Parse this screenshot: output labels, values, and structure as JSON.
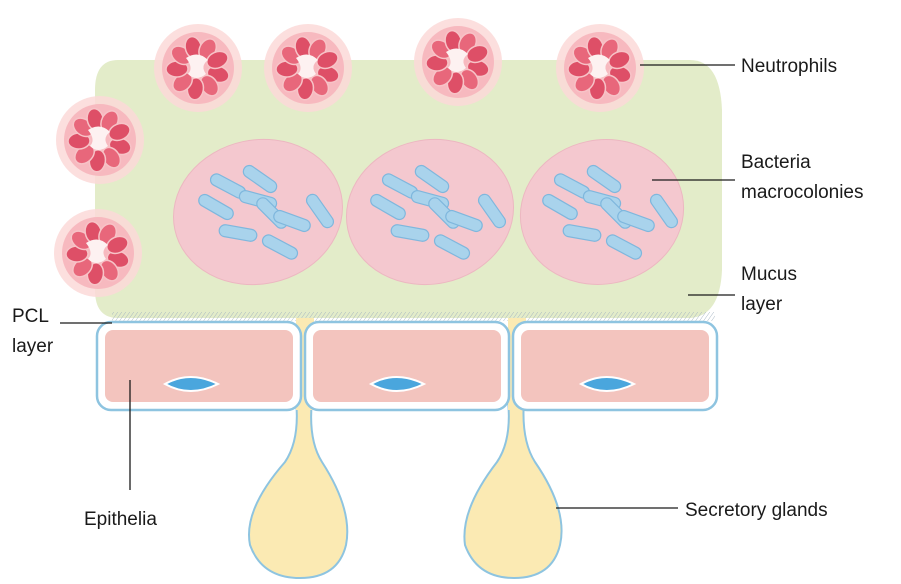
{
  "labels": {
    "neutrophils": "Neutrophils",
    "bacteria_line1": "Bacteria",
    "bacteria_line2": "macrocolonies",
    "mucus_line1": "Mucus",
    "mucus_line2": "layer",
    "pcl_line1": "PCL",
    "pcl_line2": "layer",
    "epithelia": "Epithelia",
    "secretory_glands": "Secretory glands"
  },
  "colors": {
    "mucus": "#e3ecc9",
    "macrocolony_fill": "#f4c8cf",
    "bacterium_fill": "#a9d3ec",
    "bacterium_stroke": "#7fb7dd",
    "epithelial_cell": "#f3c4be",
    "cell_outline": "#8ec4e0",
    "nucleus": "#4aa6dd",
    "gland": "#fbeab3",
    "neutrophil": "#e8677b",
    "neutrophil_halo": "#fbd9d8",
    "pcl_hatch": "#9fb0bf"
  }
}
